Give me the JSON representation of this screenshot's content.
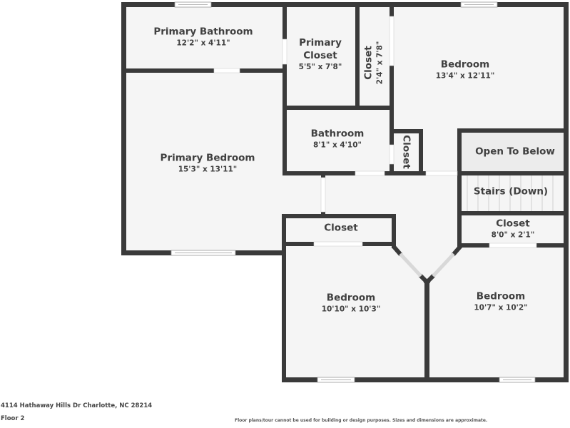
{
  "floor_plan": {
    "rooms": [
      {
        "name": "Primary Bathroom",
        "dimensions": "12'2\" x 4'11\""
      },
      {
        "name": "Primary Closet",
        "dimensions": "5'5\" x 7'8\""
      },
      {
        "name": "Closet",
        "dimensions": "2'4\" x 7'8\""
      },
      {
        "name": "Bedroom",
        "dimensions": "13'4\" x 12'11\""
      },
      {
        "name": "Primary Bedroom",
        "dimensions": "15'3\" x 13'11\""
      },
      {
        "name": "Bathroom",
        "dimensions": "8'1\" x 4'10\""
      },
      {
        "name": "Closet",
        "dimensions": ""
      },
      {
        "name": "Open To Below",
        "dimensions": ""
      },
      {
        "name": "Stairs (Down)",
        "dimensions": ""
      },
      {
        "name": "Closet",
        "dimensions": "8'0\" x 2'1\""
      },
      {
        "name": "Closet",
        "dimensions": ""
      },
      {
        "name": "Bedroom",
        "dimensions": "10'10\" x 10'3\""
      },
      {
        "name": "Bedroom",
        "dimensions": "10'7\" x 10'2\""
      }
    ],
    "colors": {
      "wall": "#3a3a3a",
      "floor": "#f5f5f5",
      "open_to_below": "#ececec",
      "background": "#ffffff"
    }
  },
  "footer": {
    "address": "4114 Hathaway Hills Dr Charlotte, NC 28214",
    "floor": "Floor 2",
    "disclaimer": "Floor plans/tour cannot be used for building or design purposes. Sizes and dimensions are approximate."
  }
}
